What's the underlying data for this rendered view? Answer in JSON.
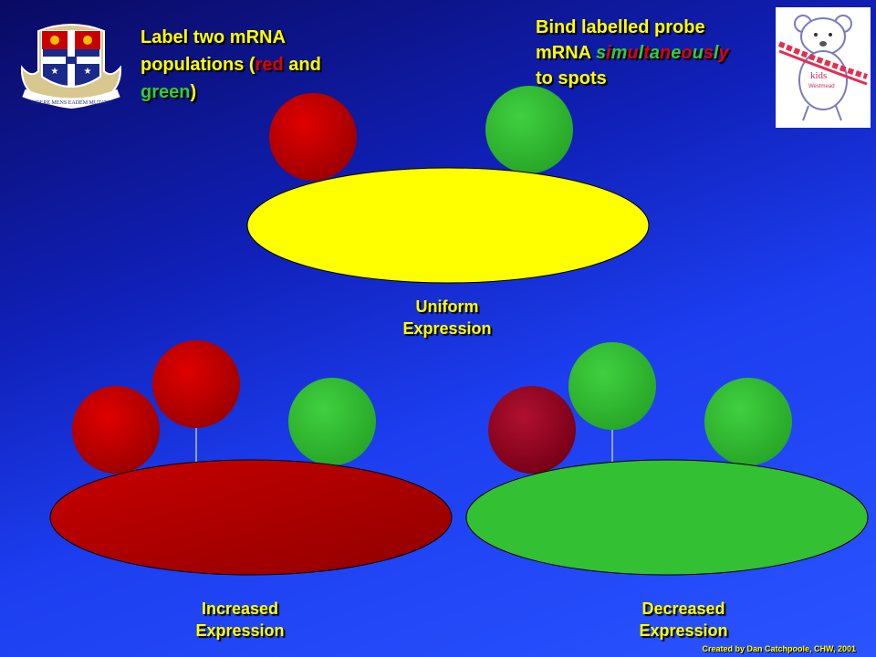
{
  "slide": {
    "title1": {
      "line1": "Label two mRNA",
      "line2_a": "populations (",
      "red": "red",
      "line2_b": " and",
      "green": "green",
      "close": ")"
    },
    "title2": {
      "line1": "Bind labelled probe",
      "line2_a": "mRNA ",
      "simultaneously": "simultaneously",
      "line3": "to spots"
    },
    "labels": {
      "uniform_1": "Uniform",
      "uniform_2": "Expression",
      "increased_1": "Increased",
      "increased_2": "Expression",
      "decreased_1": "Decreased",
      "decreased_2": "Expression"
    },
    "footer": "Created by Dan Catchpoole, CHW, 2001",
    "logo_text": {
      "crest_motto": "SIDERE MENS EADEM MUTATO",
      "bear_text_1": "kids",
      "bear_text_2": "Westmead"
    }
  },
  "colors": {
    "background": "#1c3ef0",
    "label_text": "#ffff00",
    "red_sphere": "#c80000",
    "green_sphere": "#33c033",
    "yellow_spot": "#ffff00",
    "dark_red_spot": "#b00000",
    "green_spot": "#33c033"
  }
}
